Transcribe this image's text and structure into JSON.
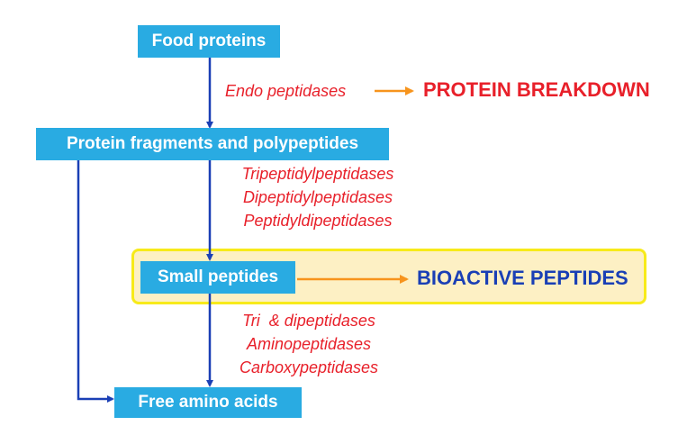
{
  "nodes": {
    "food_proteins": "Food proteins",
    "protein_fragments": "Protein fragments and polypeptides",
    "small_peptides": "Small peptides",
    "free_amino_acids": "Free amino acids"
  },
  "enzymes": {
    "step1": [
      "Endo peptidases"
    ],
    "step2": [
      "Tripeptidylpeptidases",
      "Dipeptidylpeptidases",
      "Peptidyldipeptidases"
    ],
    "step3": [
      "Tri  & dipeptidases",
      "Aminopeptidases",
      "Carboxypeptidases"
    ]
  },
  "outcomes": {
    "protein_breakdown": "PROTEIN BREAKDOWN",
    "bioactive_peptides": "BIOACTIVE PEPTIDES"
  },
  "colors": {
    "box": "#29abe2",
    "flow_arrow": "#1a3fb5",
    "outcome_arrow": "#f7941d",
    "enzyme_text": "#e8202a",
    "protein_breakdown": "#e8202a",
    "bioactive_peptides": "#1a3fb5",
    "highlight_fill": "#fdf0c4",
    "highlight_border": "#f7ea1a"
  }
}
